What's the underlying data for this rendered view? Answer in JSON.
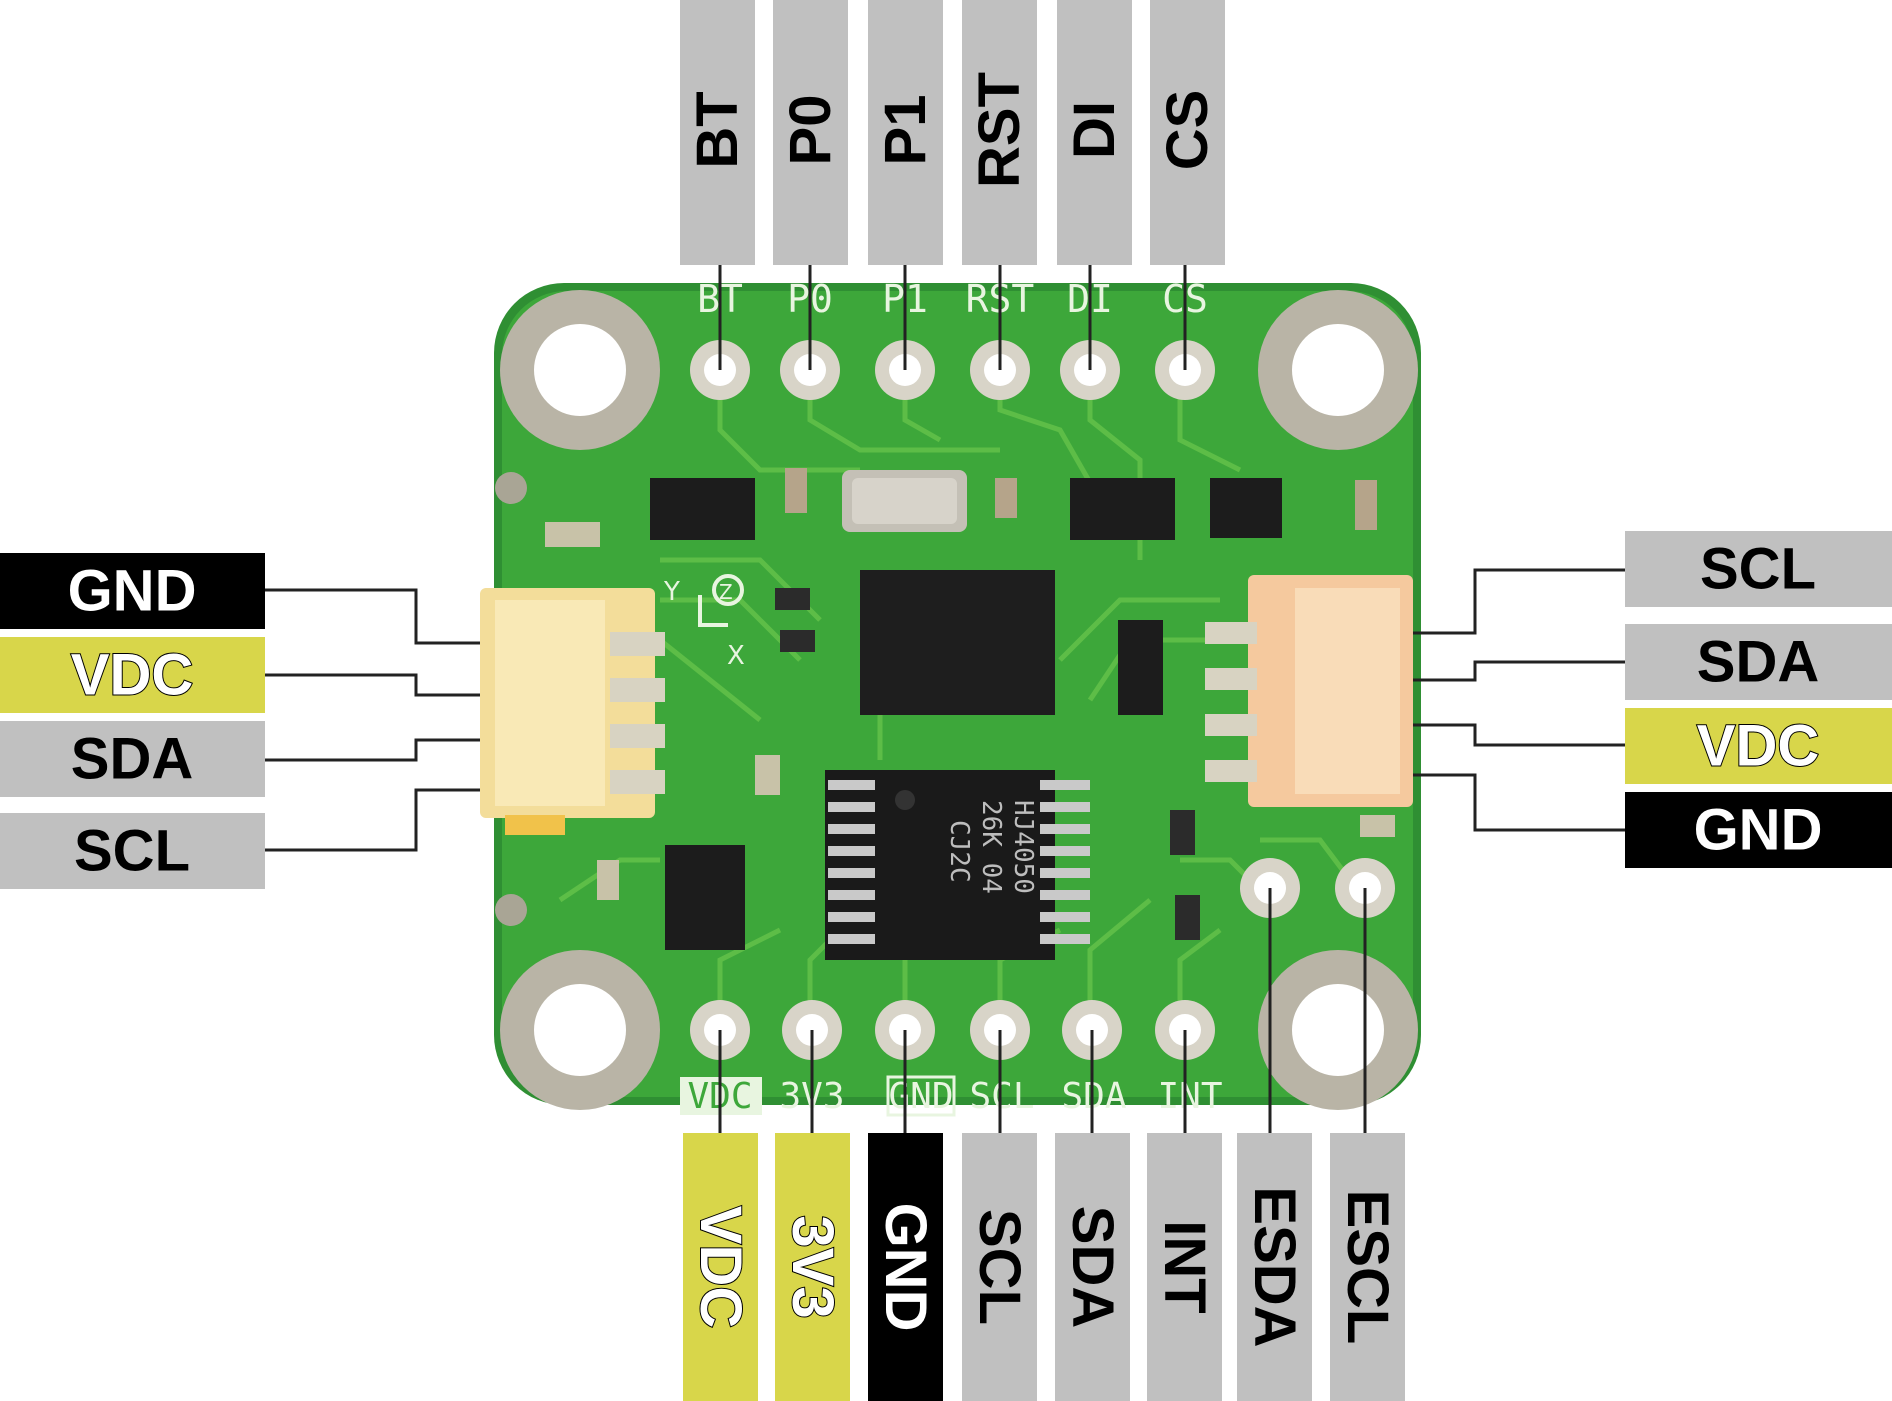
{
  "colors": {
    "gray_label": "#c0c0c0",
    "yellow_label": "#d8d64a",
    "black_label": "#000000",
    "board_green": "#3aa63a",
    "board_edge": "#2e8f2e",
    "trace": "#5fbf45",
    "silkscreen": "#e8f5e0",
    "pad_silver": "#b9b4a6",
    "connector": "#f6e3a6",
    "chip": "#1c1c1c"
  },
  "pins": {
    "top": [
      {
        "label": "BT",
        "style": "gray"
      },
      {
        "label": "P0",
        "style": "gray"
      },
      {
        "label": "P1",
        "style": "gray"
      },
      {
        "label": "RST",
        "style": "gray"
      },
      {
        "label": "DI",
        "style": "gray"
      },
      {
        "label": "CS",
        "style": "gray"
      }
    ],
    "left": [
      {
        "label": "GND",
        "style": "black"
      },
      {
        "label": "VDC",
        "style": "yellow"
      },
      {
        "label": "SDA",
        "style": "gray"
      },
      {
        "label": "SCL",
        "style": "gray"
      }
    ],
    "right": [
      {
        "label": "SCL",
        "style": "gray"
      },
      {
        "label": "SDA",
        "style": "gray"
      },
      {
        "label": "VDC",
        "style": "yellow"
      },
      {
        "label": "GND",
        "style": "black"
      }
    ],
    "bottom": [
      {
        "label": "VDC",
        "style": "yellow"
      },
      {
        "label": "3V3",
        "style": "yellow"
      },
      {
        "label": "GND",
        "style": "black"
      },
      {
        "label": "SCL",
        "style": "gray"
      },
      {
        "label": "SDA",
        "style": "gray"
      },
      {
        "label": "INT",
        "style": "gray"
      },
      {
        "label": "ESDA",
        "style": "gray"
      },
      {
        "label": "ESCL",
        "style": "gray"
      }
    ]
  },
  "board": {
    "silk_top": [
      "BT",
      "P0",
      "P1",
      "RST",
      "DI",
      "CS"
    ],
    "silk_bottom": [
      "VDC",
      "3V3",
      "GND",
      "SCL",
      "SDA",
      "INT"
    ],
    "chip_marking": [
      "HJ4050",
      "26K 04",
      "CJ2C"
    ],
    "axis_labels": {
      "y": "Y",
      "z": "Z",
      "x": "X"
    }
  }
}
